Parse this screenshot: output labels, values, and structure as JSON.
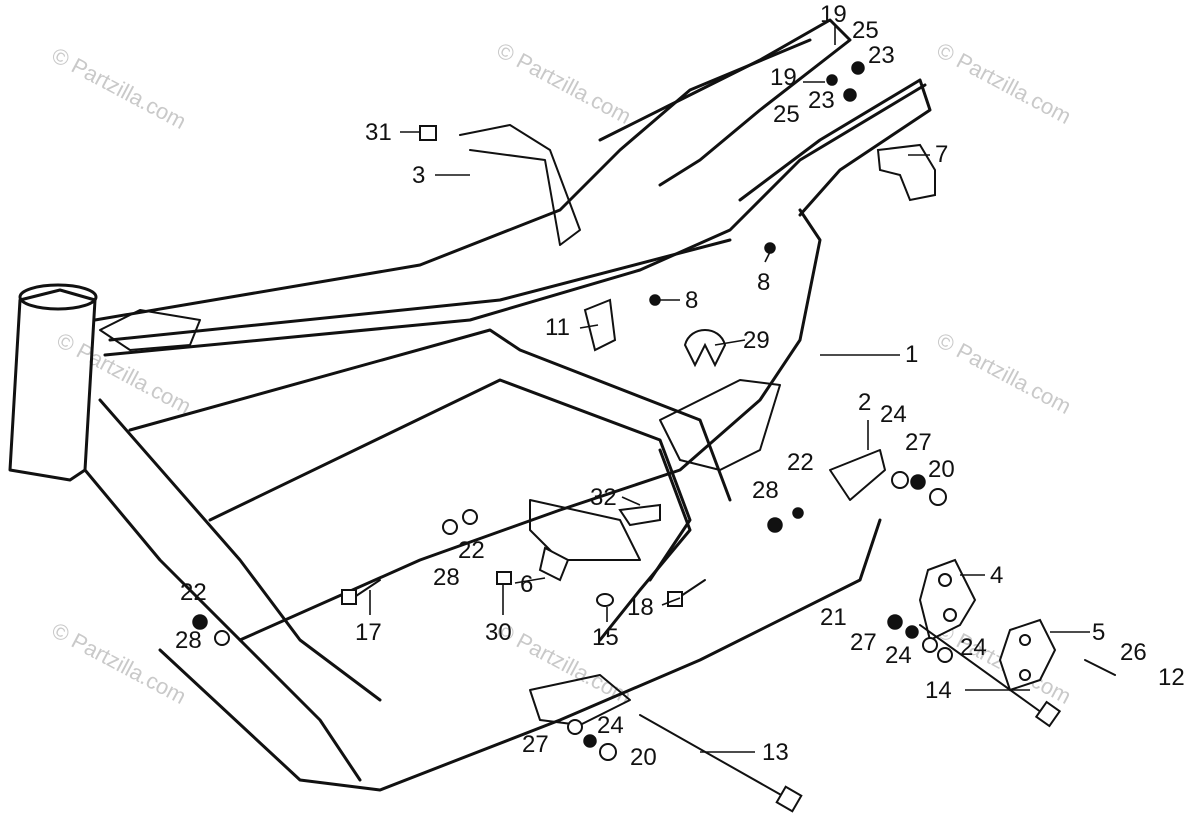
{
  "watermark": "© Partzilla.com",
  "callouts": {
    "c1": "1",
    "c2": "2",
    "c3": "3",
    "c4": "4",
    "c5": "5",
    "c6": "6",
    "c7": "7",
    "c8a": "8",
    "c8b": "8",
    "c11": "11",
    "c12": "12",
    "c13": "13",
    "c14": "14",
    "c15": "15",
    "c17": "17",
    "c18": "18",
    "c19a": "19",
    "c19b": "19",
    "c20a": "20",
    "c20b": "20",
    "c21": "21",
    "c22a": "22",
    "c22b": "22",
    "c22c": "22",
    "c23a": "23",
    "c23b": "23",
    "c24a": "24",
    "c24b": "24",
    "c24c": "24",
    "c24d": "24",
    "c25a": "25",
    "c25b": "25",
    "c26": "26",
    "c27a": "27",
    "c27b": "27",
    "c27c": "27",
    "c28a": "28",
    "c28b": "28",
    "c28c": "28",
    "c29": "29",
    "c30": "30",
    "c31": "31",
    "c32": "32"
  }
}
